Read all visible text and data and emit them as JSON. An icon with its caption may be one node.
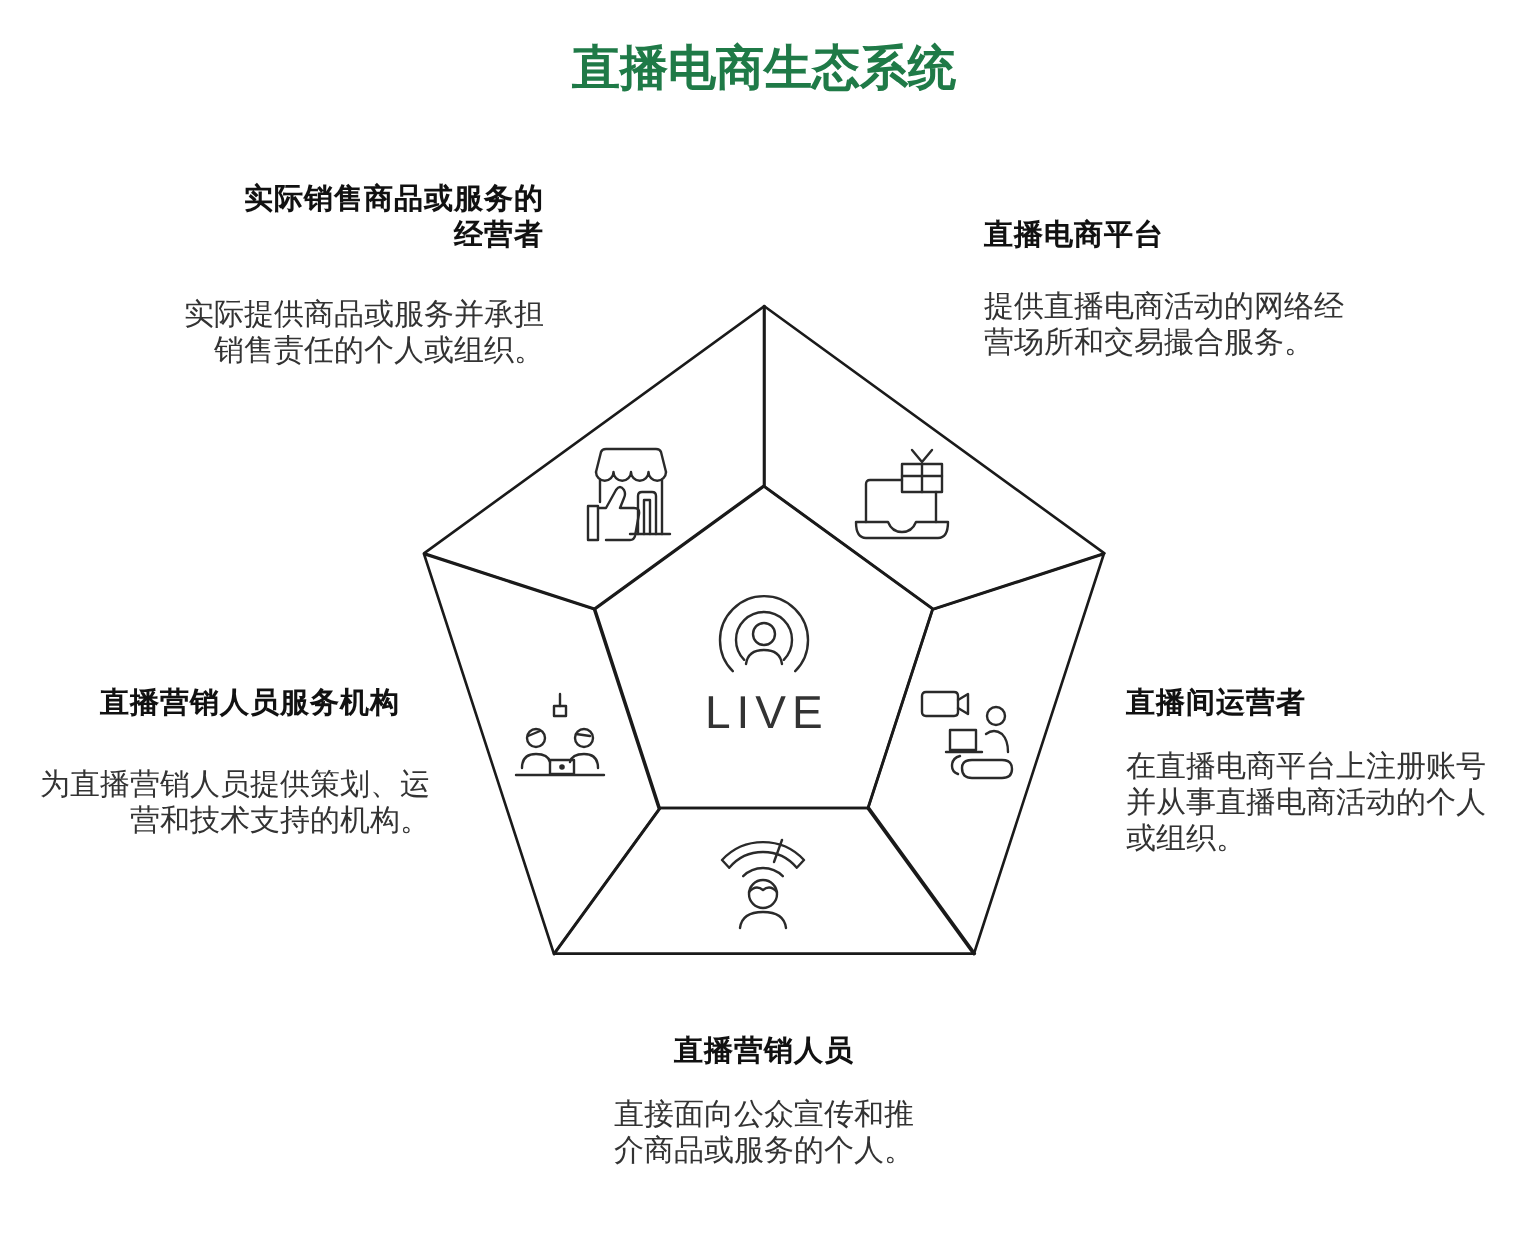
{
  "diagram": {
    "title": "直播电商生态系统",
    "nodes": [
      {
        "text": [
          "实际销售商品或服务的经营者",
          "实际提供商品或服务并承担销售责任的个人或组织。"
        ]
      },
      {
        "text": [
          "直播电商平台",
          "提供直播电商活动的网络经营场所和交易撮合服务。"
        ]
      },
      {
        "text": [
          "直播营销人员服务机构",
          "为直播营销人员提供策划、运营和技术支持的机构。"
        ]
      },
      {
        "text": [
          "LIVE"
        ]
      },
      {
        "text": [
          "直播间运营者",
          "在直播电商平台上注册账号并从事直播电商活动的个人或组织。"
        ]
      },
      {
        "text": [
          "直播营销人员",
          "直接面向公众宣传和推介商品或服务的个人。"
        ]
      }
    ]
  }
}
